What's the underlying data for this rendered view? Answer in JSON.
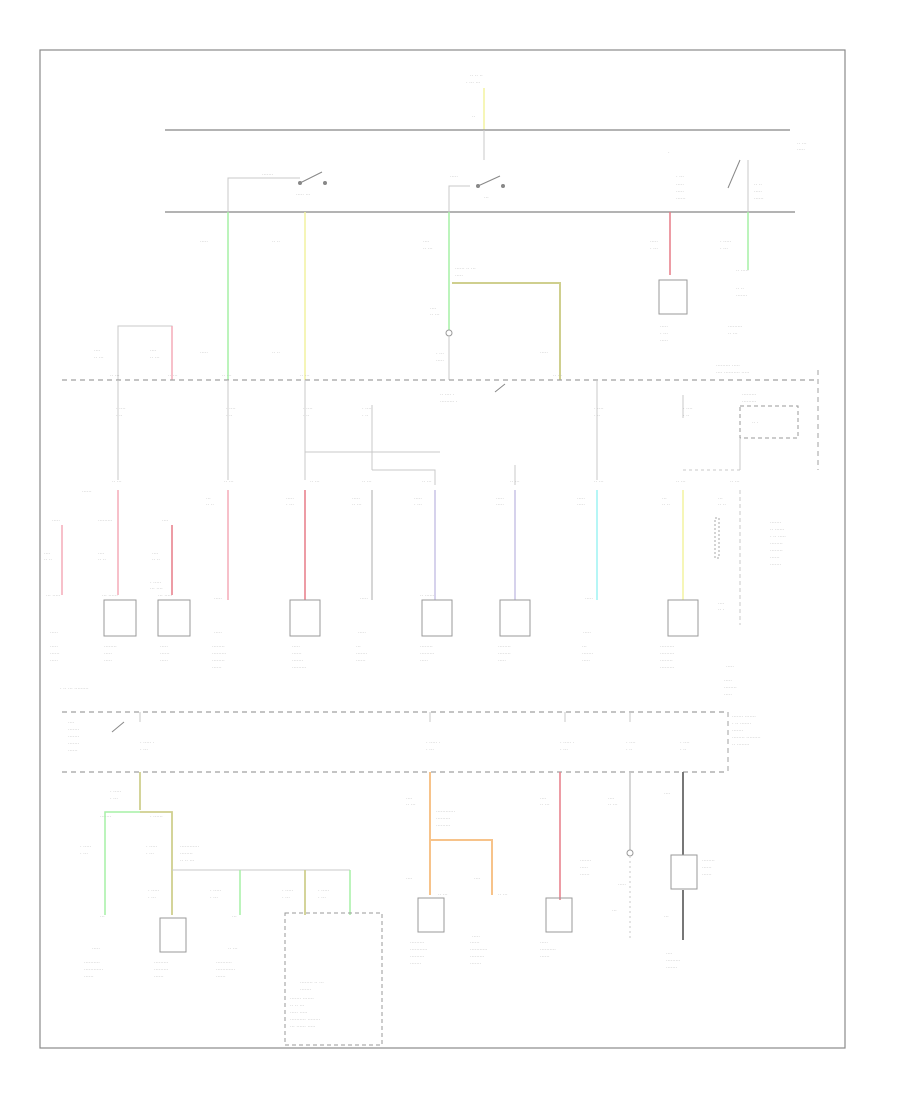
{
  "diagram": {
    "footer_code": "",
    "colors": {
      "frame": "#8a8a8a",
      "bus": "#9a9a9a",
      "wire_default": "#c8c8c8",
      "wire_green": "#a6f0a6",
      "wire_yellow": "#f2f2a0",
      "wire_pink": "#f4aab8",
      "wire_red": "#e77b87",
      "wire_lavender": "#c8c3e6",
      "wire_cyan": "#9ef2f2",
      "wire_orange": "#f7c38a",
      "wire_olive": "#cfcf8e",
      "wire_dark": "#777777"
    },
    "components": [
      {
        "id": "top-supply"
      },
      {
        "id": "ignition-switch-left"
      },
      {
        "id": "ignition-switch-center"
      },
      {
        "id": "relay-right"
      },
      {
        "id": "component-upper-right-box"
      },
      {
        "id": "fuse-block-upper"
      },
      {
        "id": "fuse-block-lower"
      },
      {
        "id": "load-1"
      },
      {
        "id": "load-2"
      },
      {
        "id": "load-3"
      },
      {
        "id": "load-4"
      },
      {
        "id": "load-5"
      },
      {
        "id": "load-6"
      },
      {
        "id": "load-7"
      },
      {
        "id": "load-8"
      },
      {
        "id": "load-9"
      },
      {
        "id": "load-10"
      },
      {
        "id": "load-11"
      },
      {
        "id": "lower-load-1"
      },
      {
        "id": "lower-load-2"
      },
      {
        "id": "lower-load-3"
      },
      {
        "id": "lower-load-4"
      },
      {
        "id": "lower-load-5"
      },
      {
        "id": "lower-load-6"
      },
      {
        "id": "lower-load-7"
      },
      {
        "id": "lower-load-8"
      },
      {
        "id": "lower-load-9"
      },
      {
        "id": "dashed-module-box"
      }
    ]
  }
}
